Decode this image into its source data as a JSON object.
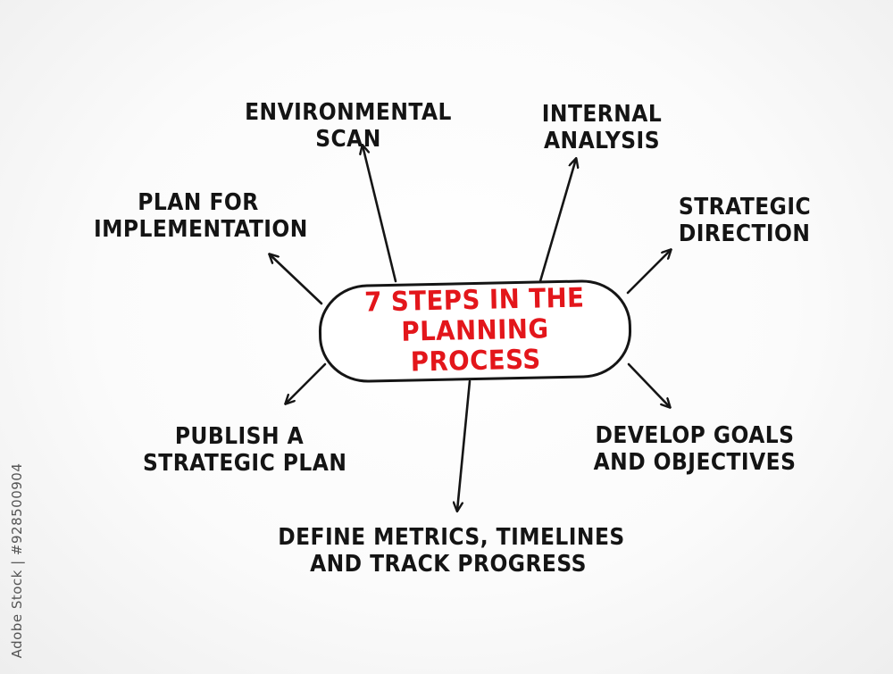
{
  "diagram": {
    "title_lines": [
      "7 STEPS IN THE",
      "PLANNING PROCESS"
    ],
    "steps": [
      {
        "id": "environmental-scan",
        "lines": [
          "ENVIRONMENTAL",
          "SCAN"
        ]
      },
      {
        "id": "internal-analysis",
        "lines": [
          "INTERNAL",
          "ANALYSIS"
        ]
      },
      {
        "id": "strategic-direction",
        "lines": [
          "STRATEGIC",
          "DIRECTION"
        ]
      },
      {
        "id": "develop-goals",
        "lines": [
          "DEVELOP GOALS",
          "AND OBJECTIVES"
        ]
      },
      {
        "id": "define-metrics",
        "lines": [
          "DEFINE METRICS, TIMELINES",
          "AND TRACK PROGRESS"
        ]
      },
      {
        "id": "publish-plan",
        "lines": [
          "PUBLISH A",
          "STRATEGIC PLAN"
        ]
      },
      {
        "id": "plan-implementation",
        "lines": [
          "PLAN FOR",
          "IMPLEMENTATION"
        ]
      }
    ],
    "colors": {
      "title": "#e3161b",
      "text": "#141414",
      "stroke": "#151515"
    }
  },
  "credit": "Adobe Stock | #928500904"
}
